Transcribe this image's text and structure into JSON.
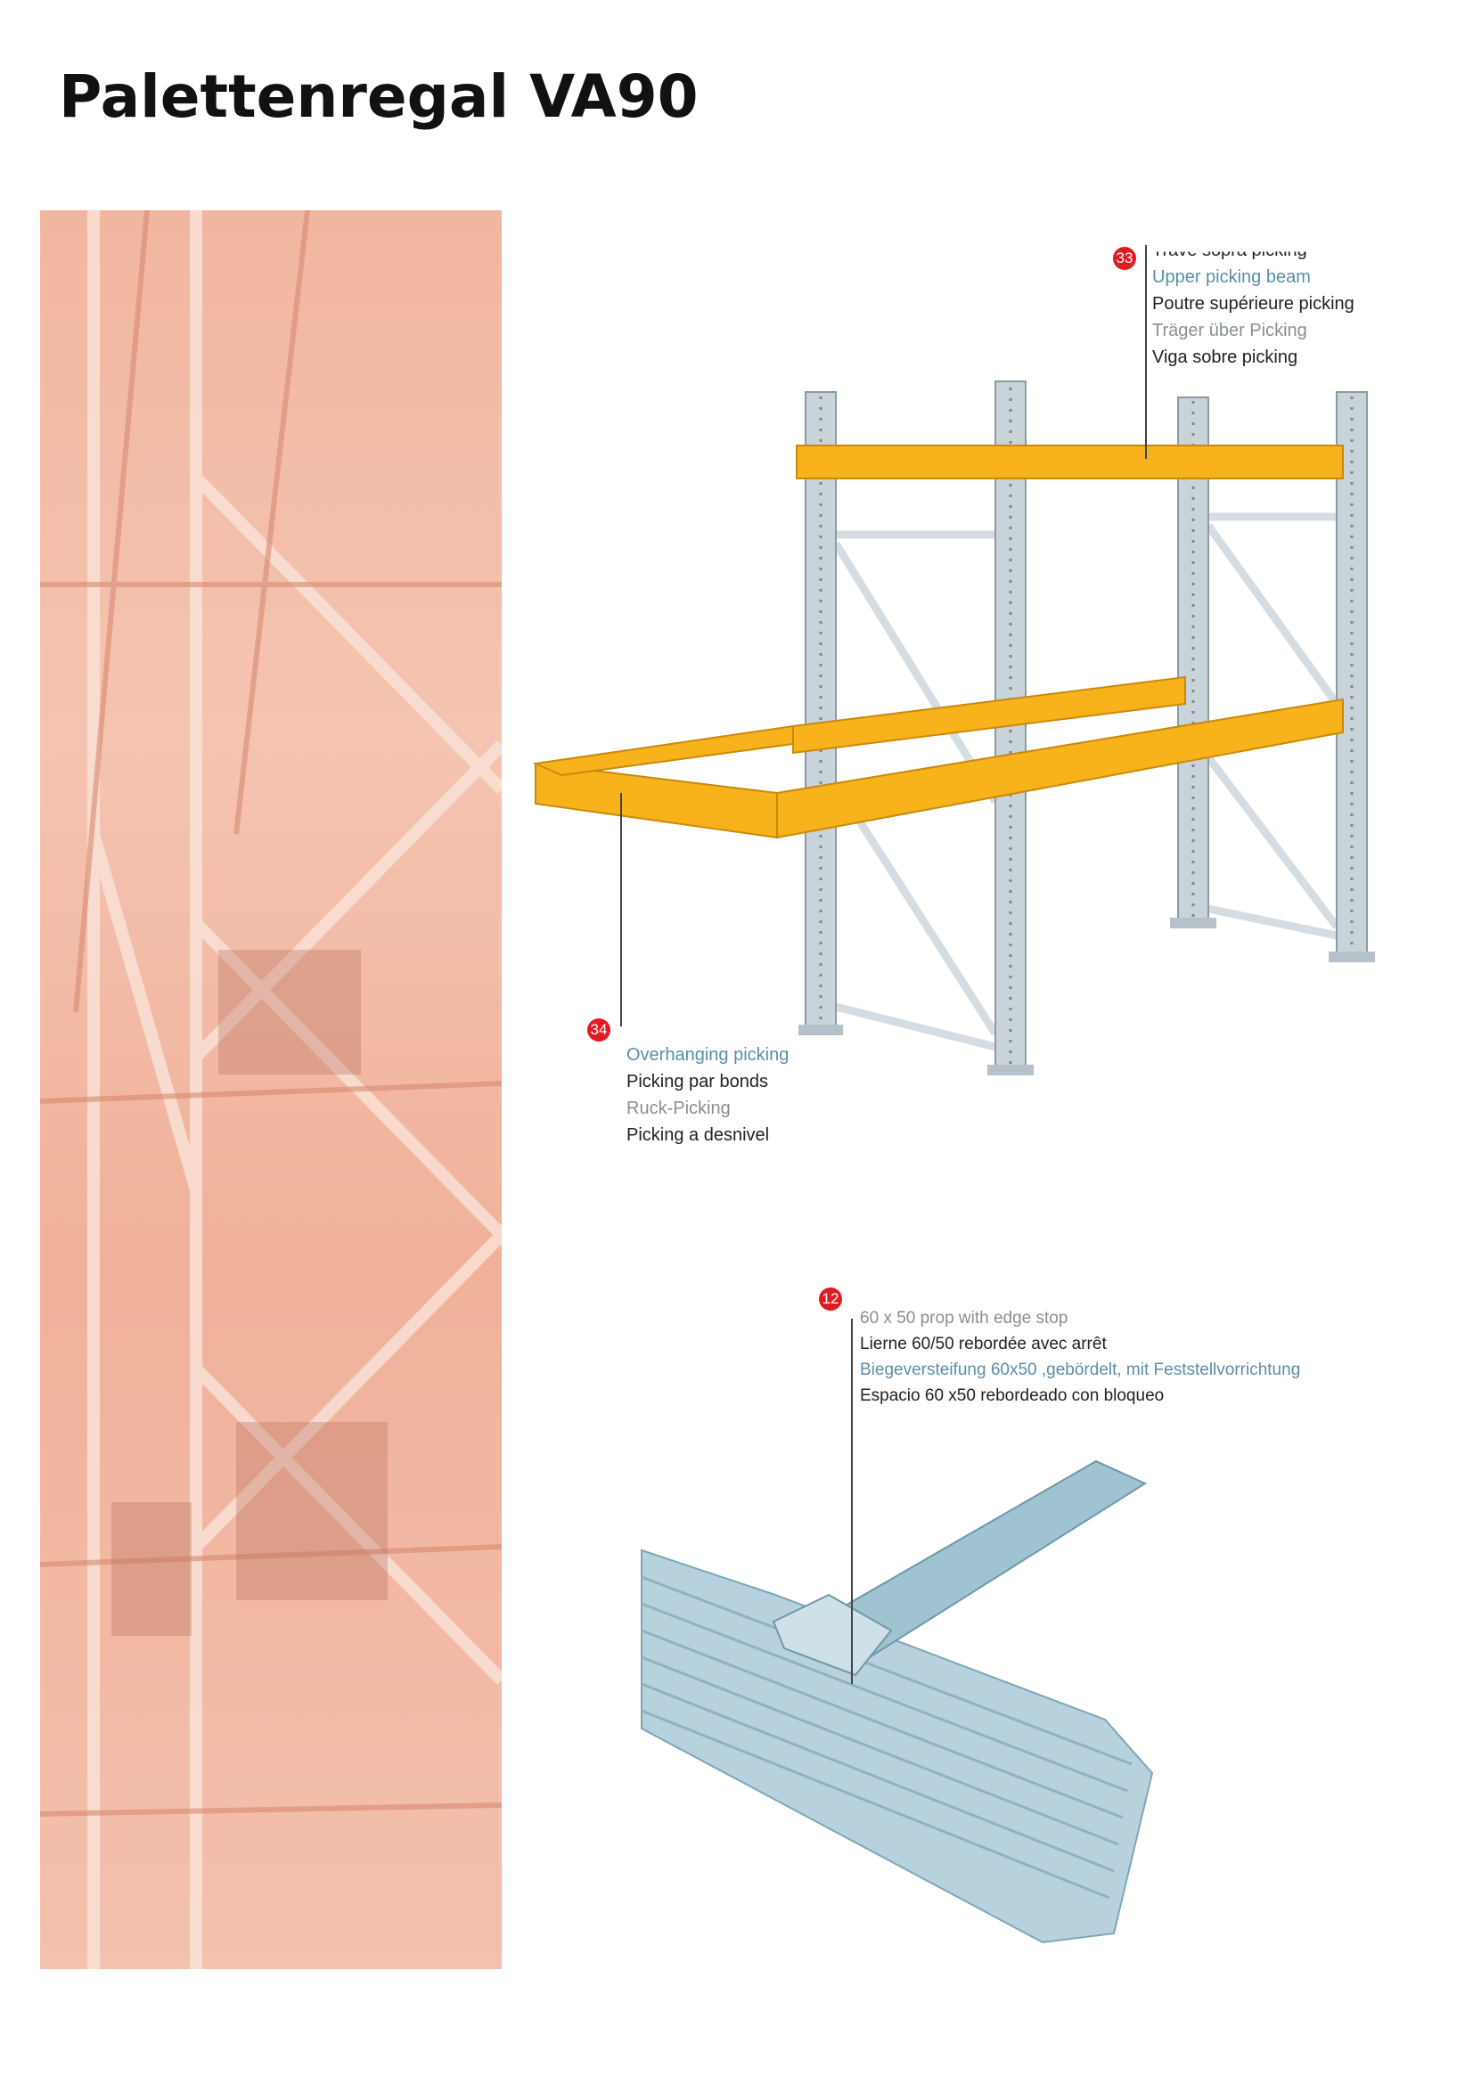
{
  "title": "Palettenregal VA90",
  "callouts": [
    {
      "number": "33",
      "lines": [
        "Trave sopra picking",
        "Upper picking beam",
        "Poutre supérieure picking",
        "Träger über Picking",
        "Viga sobre picking"
      ]
    },
    {
      "number": "34",
      "lines": [
        "Overhanging picking",
        "Picking par bonds",
        "Ruck-Picking",
        "Picking a desnivel"
      ]
    },
    {
      "number": "12",
      "lines": [
        "60 x 50 prop with edge stop",
        "Lierne 60/50 rebordée avec arrêt",
        "Biegeversteifung  60x50 ,gebördelt, mit Feststellvorrichtung",
        "Espacio 60 x50 rebordeado con bloqueo"
      ]
    }
  ],
  "colors": {
    "beam": "#f7b21c",
    "upright": "#c9d3da",
    "badge": "#e11b22",
    "photo_tint": "#f1b6a0"
  }
}
